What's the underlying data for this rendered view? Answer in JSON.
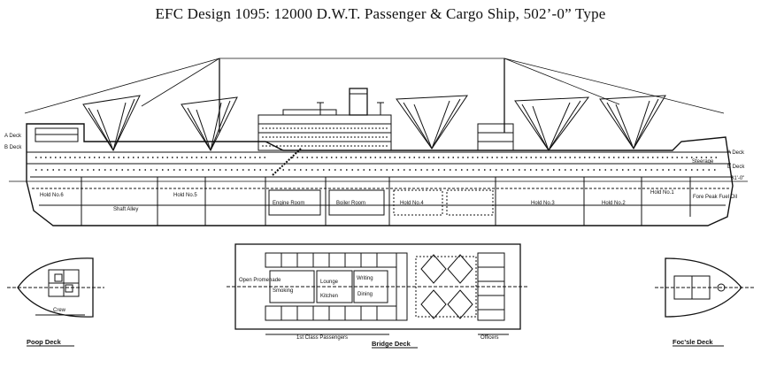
{
  "title": "EFC Design 1095:  12000 D.W.T. Passenger & Cargo Ship, 502’-0” Type",
  "profile_labels": {
    "a_deck_aft": "A Deck",
    "b_deck_aft": "B Deck",
    "hold_6": "Hold No.6",
    "hold_5": "Hold No.5",
    "shaft_alley": "Shaft Alley",
    "engine_room": "Engine Room",
    "boiler_room": "Boiler Room",
    "hold_4": "Hold No.4",
    "hold_3": "Hold No.3",
    "hold_2": "Hold No.2",
    "hold_1": "Hold No.1",
    "fore_peak": "Fore Peak Fuel Oil",
    "a_deck_fwd": "A Deck",
    "b_deck_fwd": "B Deck",
    "steerage": "Steerage",
    "draft": "31'-0\""
  },
  "plan_labels": {
    "crew": "Crew",
    "open_promenade": "Open Promenade",
    "smoking": "Smoking",
    "lounge": "Lounge",
    "writing": "Writing",
    "dining": "Dining",
    "kitchen": "Kitchen",
    "pass_1st": "1st Class Passengers",
    "officers": "Officers"
  },
  "captions": {
    "poop": "Poop Deck",
    "bridge": "Bridge Deck",
    "focsle": "Foc'sle Deck"
  }
}
